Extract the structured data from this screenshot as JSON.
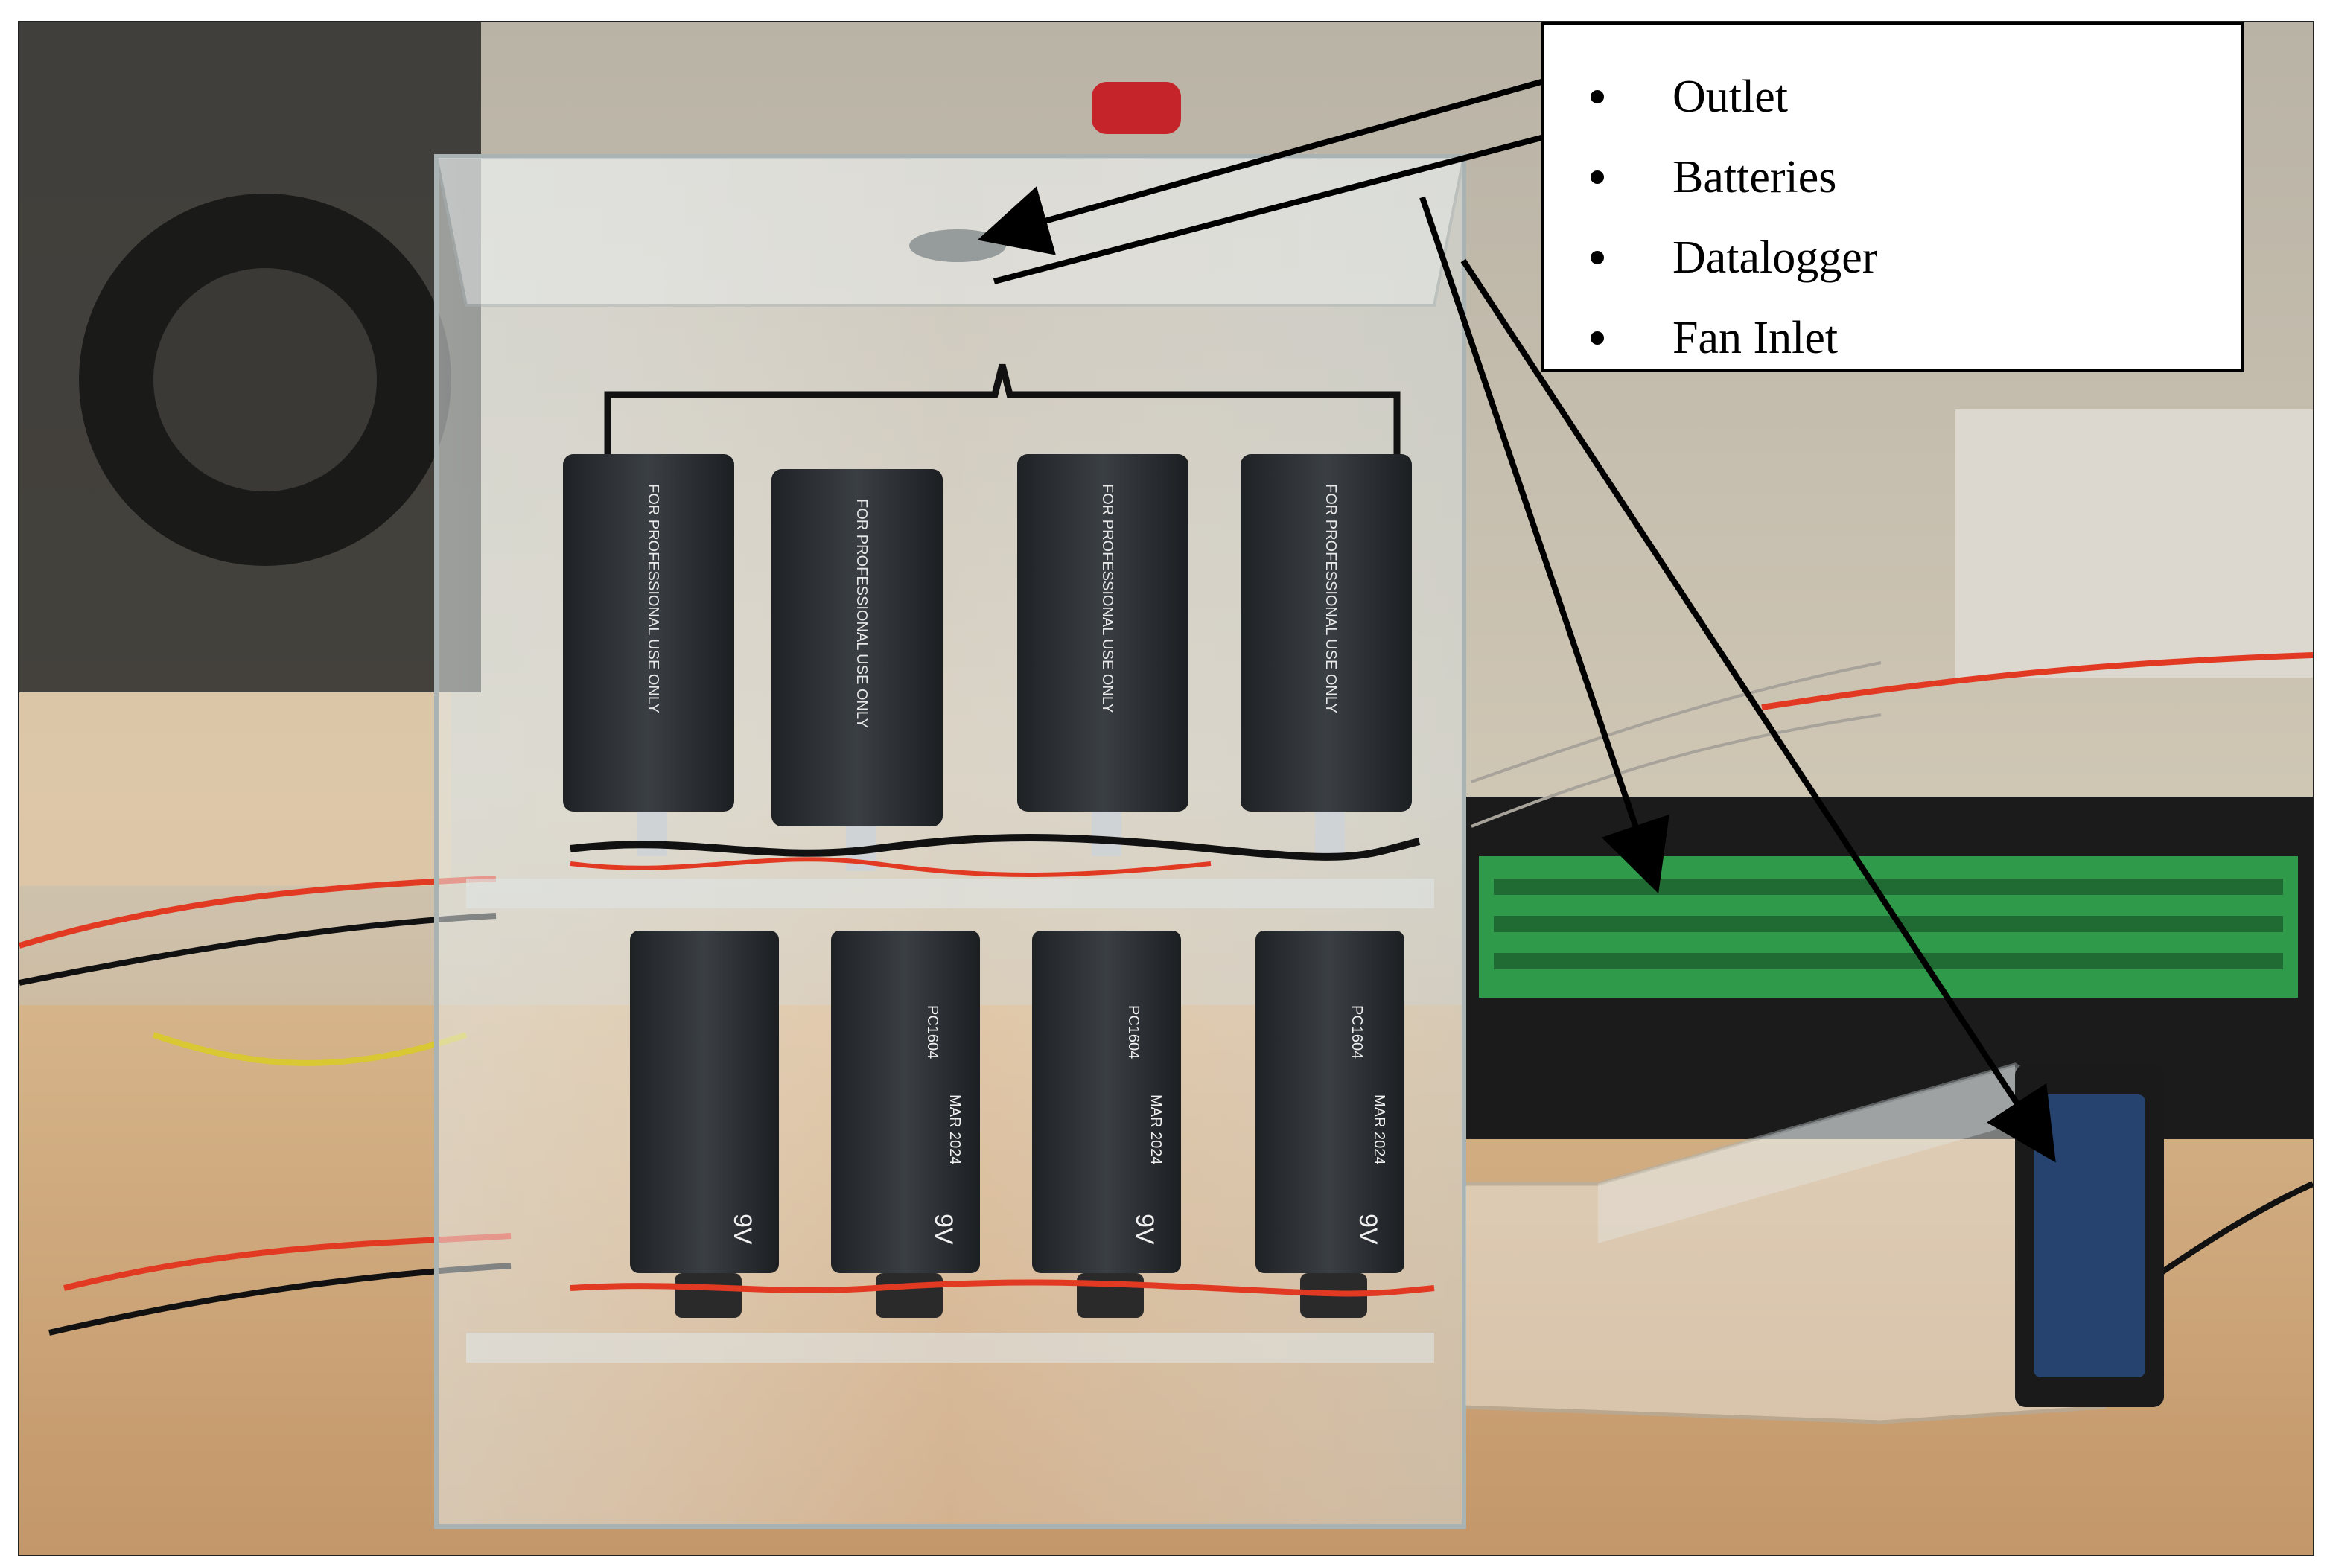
{
  "callout": {
    "items": [
      {
        "label": "Outlet"
      },
      {
        "label": "Batteries"
      },
      {
        "label": "Datalogger"
      },
      {
        "label": "Fan Inlet"
      }
    ]
  },
  "battery_labels": {
    "upper_row_text": "FOR PROFESSIONAL USE ONLY",
    "lower_row_voltage": "9V",
    "lower_row_code": "PC1604",
    "lower_row_date": "MAR 2024"
  },
  "colors": {
    "background": "#ffffff",
    "callout_border": "#000000",
    "arrow": "#000000",
    "battery_body": "#2a2d30",
    "enclosure": "#cfd6d8",
    "datalogger_terminals": "#2e9a4a",
    "wire_red": "#e23a22",
    "table": "#c9a47a"
  }
}
